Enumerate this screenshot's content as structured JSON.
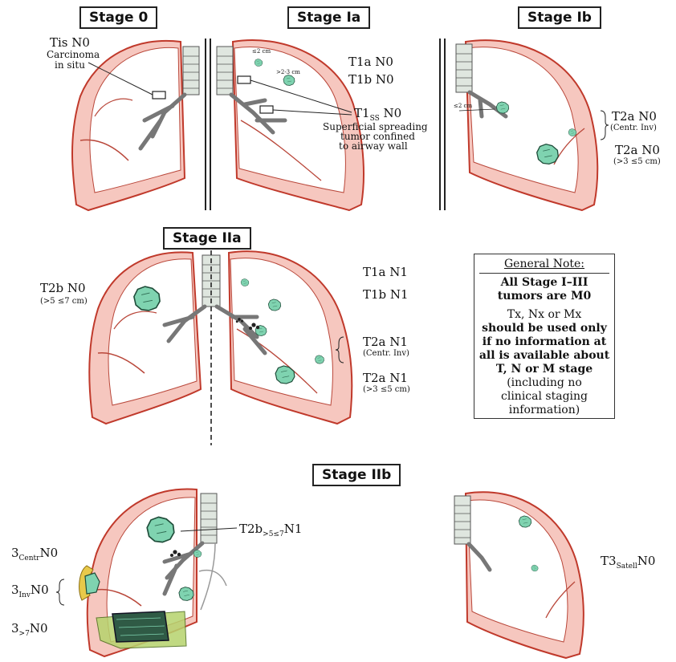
{
  "stages": {
    "s0": "Stage 0",
    "s1a": "Stage Ia",
    "s1b": "Stage Ib",
    "s2a": "Stage IIa",
    "s2b": "Stage IIb"
  },
  "stage0": {
    "label_title": "Tis N0",
    "label_sub1": "Carcinoma",
    "label_sub2": "in situ"
  },
  "stage1a": {
    "t1a": "T1a N0",
    "t1b": "T1b N0",
    "t1ss_main": "T1",
    "t1ss_sub": "SS",
    "t1ss_tail": " N0",
    "desc1": "Superficial spreading",
    "desc2": "tumor confined",
    "desc3": "to airway wall",
    "size_a": "≤2 cm",
    "size_b": ">2-3 cm"
  },
  "stage1b": {
    "t2a_centr": "T2a N0",
    "centr_note": "(Centr. Inv)",
    "t2a_size": "T2a N0",
    "size_note": "(>3 ≤5 cm)",
    "dist_note": "≤2 cm"
  },
  "stage2a": {
    "t2b": "T2b N0",
    "t2b_note": "(>5 ≤7 cm)",
    "t1a_n1": "T1a N1",
    "t1b_n1": "T1b N1",
    "t2a_n1_centr": "T2a N1",
    "centr_note": "(Centr. Inv)",
    "t2a_n1_size": "T2a N1",
    "size_note": "(>3 ≤5 cm)"
  },
  "note": {
    "title": "General Note:",
    "line1": "All Stage I–III",
    "line2": "tumors are M0",
    "line3": "Tx, Nx or Mx",
    "line4": "should be used only",
    "line5": "if no information at",
    "line6": "all is available about",
    "line7": "T, N or M stage",
    "line8": "(including no",
    "line9": "clinical staging",
    "line10": "information)"
  },
  "stage2b": {
    "t2b_main": "T2b",
    "t2b_sub": ">5≤7",
    "t2b_tail": "N1",
    "centr_main": "3",
    "centr_sub": "Centr",
    "centr_tail": "N0",
    "inv_main": "3",
    "inv_sub": "Inv",
    "inv_tail": "N0",
    "gt7_main": "3",
    "gt7_sub": ">7",
    "gt7_tail": "N0",
    "satell_main": "T3",
    "satell_sub": "Satell",
    "satell_tail": "N0"
  },
  "colors": {
    "lung_fill": "#f6c7bf",
    "lung_edge": "#c0392b",
    "lung_inner": "#ffffff",
    "tumor": "#7fd3b0",
    "tumor_edge": "#1f4d3a",
    "airway": "#dfe6df",
    "invasion": "#e8c94a"
  }
}
